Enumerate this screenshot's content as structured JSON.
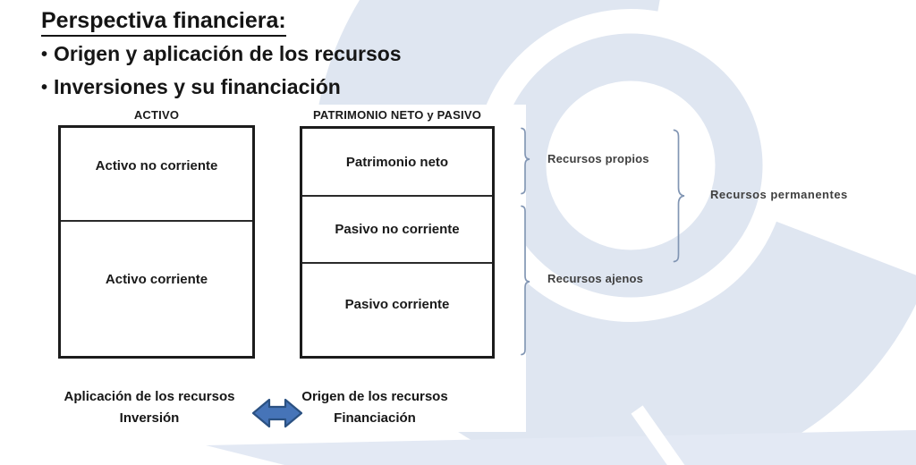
{
  "page": {
    "title": "Perspectiva financiera:"
  },
  "bullets": {
    "glyph": "•",
    "items": [
      "Origen y aplicación de los recursos",
      "Inversiones y su financiación"
    ]
  },
  "left_box": {
    "header": "ACTIVO",
    "sections": [
      "Activo no corriente",
      "Activo corriente"
    ]
  },
  "right_box": {
    "header": "PATRIMONIO NETO y PASIVO",
    "sections": [
      "Patrimonio neto",
      "Pasivo no corriente",
      "Pasivo corriente"
    ]
  },
  "brace_labels": {
    "propios": "Recursos propios",
    "ajenos": "Recursos ajenos",
    "permanentes": "Recursos permanentes"
  },
  "bottom": {
    "left": {
      "line1": "Aplicación de los recursos",
      "line2": "Inversión"
    },
    "right": {
      "line1": "Origen de los recursos",
      "line2": "Financiación"
    }
  },
  "icons": {
    "arrow": "left-right-arrow",
    "braces": "curly-brace-right",
    "watermark": "circular-logo-watermark"
  },
  "colors": {
    "background": "#ffffff",
    "text": "#1a1a1a",
    "label_text": "#3f3f3f",
    "brace": "#8296b4",
    "arrow_fill": "#4674b8",
    "arrow_stroke": "#2b5182",
    "watermark": "#dfe6f1",
    "watermark_wedge": "#e3e9f4"
  }
}
